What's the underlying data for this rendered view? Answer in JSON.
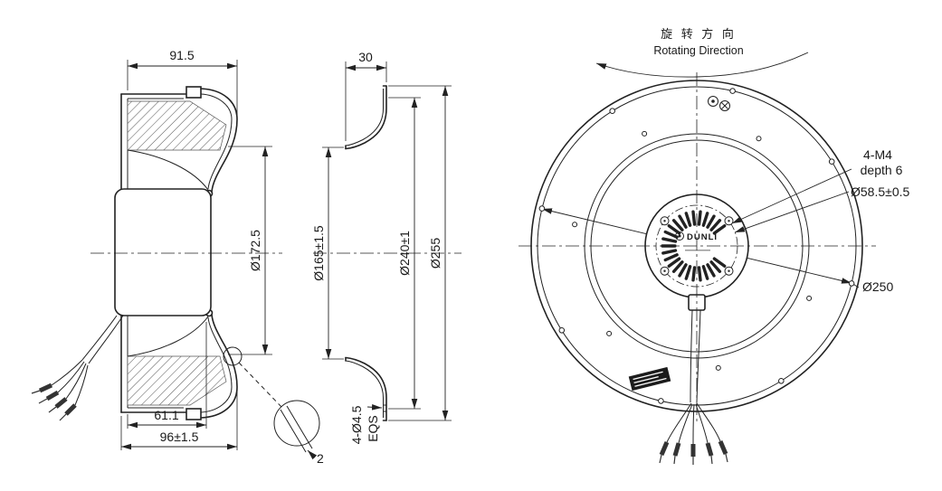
{
  "colors": {
    "ink": "#222222",
    "background": "#ffffff"
  },
  "side_view": {
    "dim_depth_top": "91.5",
    "dim_impeller_dia": "Ø172.5",
    "dim_hub_width": "61.1",
    "dim_overall_width": "96±1.5",
    "detail_gap": "2"
  },
  "inlet_view": {
    "dim_depth": "30",
    "dim_inlet_dia": "Ø165±1.5",
    "dim_bolt_circle_dia": "Ø240±1",
    "dim_outer_dia": "Ø255",
    "dim_holes": "4-Ø4.5",
    "dim_holes_spacing": "EQS"
  },
  "front_view": {
    "rotation_label_cn": "旋 转 方 向",
    "rotation_label_en": "Rotating Direction",
    "dim_screws": "4-M4",
    "dim_screws_depth": "depth 6",
    "dim_screw_circle_dia": "Ø58.5±0.5",
    "dim_mount_circle_dia": "Ø250",
    "brand": "DUNLI"
  }
}
